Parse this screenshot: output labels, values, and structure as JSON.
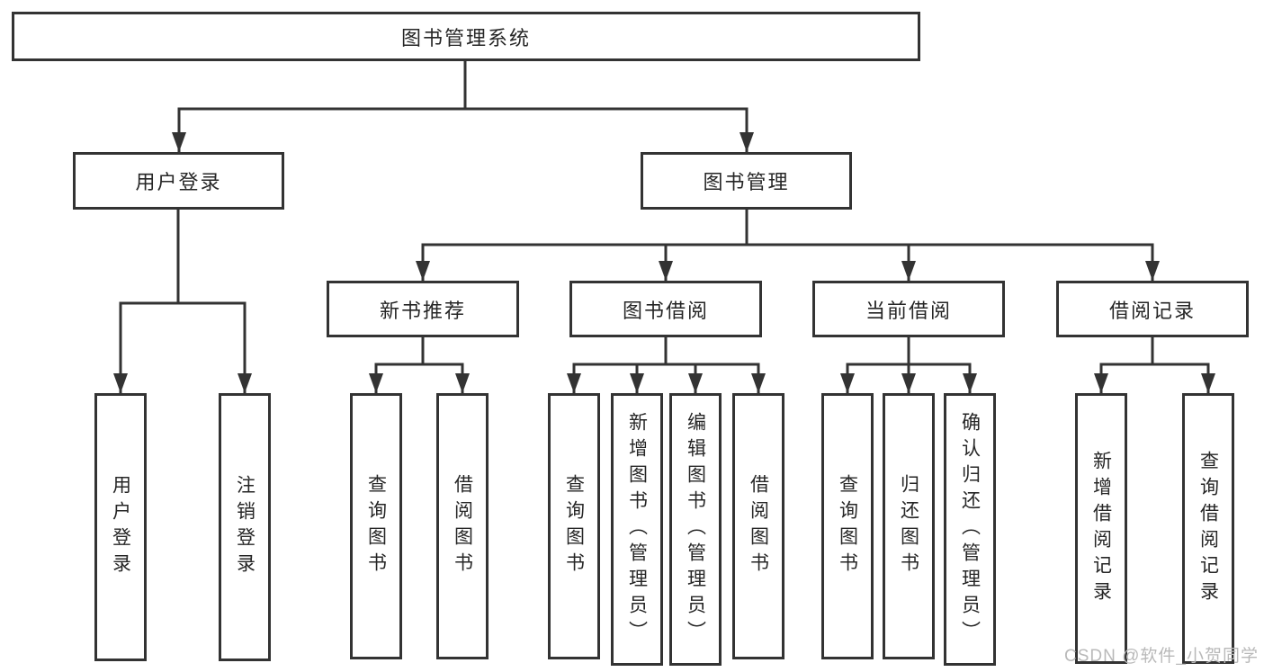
{
  "diagram": {
    "root": {
      "label": "图书管理系统"
    },
    "user_login_branch": {
      "label": "用户登录",
      "children": {
        "login": "用户登录",
        "logout": "注销登录"
      }
    },
    "book_mgmt_branch": {
      "label": "图书管理",
      "sections": {
        "new_book": {
          "label": "新书推荐",
          "children": {
            "query": "查询图书",
            "borrow": "借阅图书"
          }
        },
        "borrowing": {
          "label": "图书借阅",
          "children": {
            "query": "查询图书",
            "add": "新增图书（管理员）",
            "edit": "编辑图书（管理员）",
            "borrow": "借阅图书"
          }
        },
        "current": {
          "label": "当前借阅",
          "children": {
            "query": "查询图书",
            "return": "归还图书",
            "confirm": "确认归还（管理员）"
          }
        },
        "records": {
          "label": "借阅记录",
          "children": {
            "add": "新增借阅记录",
            "query": "查询借阅记录"
          }
        }
      }
    }
  },
  "watermark": {
    "text": "CSDN @软件_小贺同学"
  },
  "colors": {
    "line": "#333333",
    "text": "#262626",
    "watermark": "#b9b9b9",
    "background": "#ffffff"
  }
}
